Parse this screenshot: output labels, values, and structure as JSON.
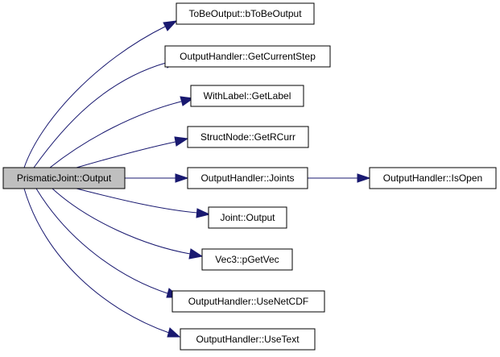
{
  "graph": {
    "colors": {
      "edge": "#191970",
      "node_fill": "#ffffff",
      "root_fill": "#bfbfbf",
      "border": "#000000"
    },
    "root": {
      "id": "root",
      "label": "PrismaticJoint::Output"
    },
    "nodes": [
      {
        "id": "tobeoutput",
        "label": "ToBeOutput::bToBeOutput"
      },
      {
        "id": "getcurrentstep",
        "label": "OutputHandler::GetCurrentStep"
      },
      {
        "id": "getlabel",
        "label": "WithLabel::GetLabel"
      },
      {
        "id": "getrcurr",
        "label": "StructNode::GetRCurr"
      },
      {
        "id": "joints",
        "label": "OutputHandler::Joints"
      },
      {
        "id": "isopen",
        "label": "OutputHandler::IsOpen"
      },
      {
        "id": "jointoutput",
        "label": "Joint::Output"
      },
      {
        "id": "pgetvec",
        "label": "Vec3::pGetVec"
      },
      {
        "id": "usenetcdf",
        "label": "OutputHandler::UseNetCDF"
      },
      {
        "id": "usetext",
        "label": "OutputHandler::UseText"
      }
    ],
    "edges": [
      {
        "from": "root",
        "to": "tobeoutput"
      },
      {
        "from": "root",
        "to": "getcurrentstep"
      },
      {
        "from": "root",
        "to": "getlabel"
      },
      {
        "from": "root",
        "to": "getrcurr"
      },
      {
        "from": "root",
        "to": "joints"
      },
      {
        "from": "root",
        "to": "jointoutput"
      },
      {
        "from": "root",
        "to": "pgetvec"
      },
      {
        "from": "root",
        "to": "usenetcdf"
      },
      {
        "from": "root",
        "to": "usetext"
      },
      {
        "from": "joints",
        "to": "isopen"
      }
    ]
  }
}
